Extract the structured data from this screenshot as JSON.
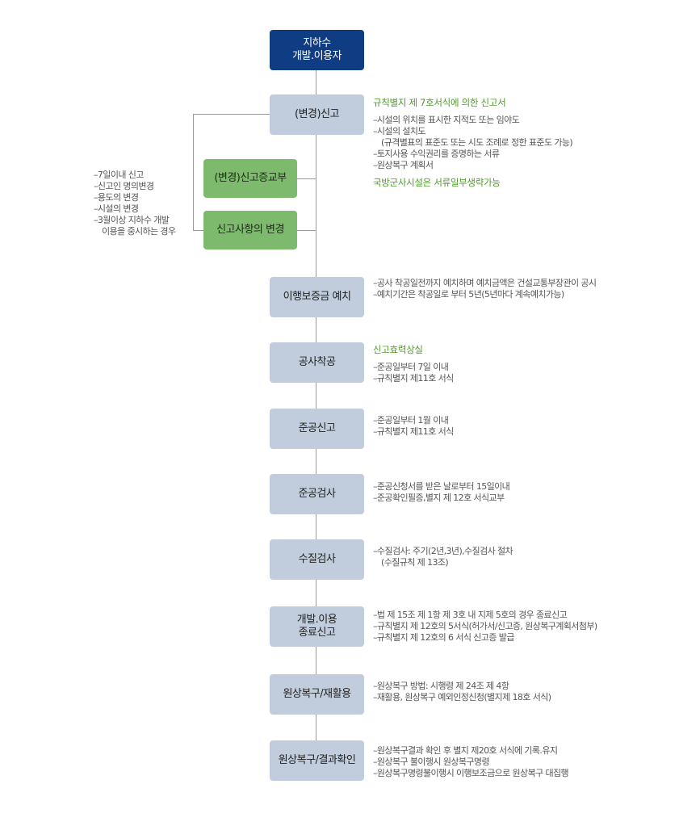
{
  "flow": {
    "top_box": [
      "지하수",
      "개발.이용자"
    ],
    "steps": [
      {
        "label": [
          "(변경)신고"
        ]
      },
      {
        "label": [
          "이행보증금 예치"
        ]
      },
      {
        "label": [
          "공사착공"
        ]
      },
      {
        "label": [
          "준공신고"
        ]
      },
      {
        "label": [
          "준공검사"
        ]
      },
      {
        "label": [
          "수질검사"
        ]
      },
      {
        "label": [
          "개발.이용",
          "종료신고"
        ]
      },
      {
        "label": [
          "원상복구/재활용"
        ]
      },
      {
        "label": [
          "원상복구/결과확인"
        ]
      }
    ],
    "side_boxes": [
      {
        "label": "(변경)신고증교부"
      },
      {
        "label": "신고사항의 변경"
      }
    ]
  },
  "left_note": [
    "–7일이내 신고",
    "–신고인 명의변경",
    "–용도의 변경",
    "–시설의 변경",
    "–3월이상 지하수 개발",
    "이용을 중시하는 경우"
  ],
  "right_notes": [
    {
      "head": "규칙별지 제 7호서식에 의한 신고서",
      "items": [
        "–시설의 위치를 표시한 지적도 또는 임야도",
        "–시설의 설치도",
        "(규격별표의 표준도 또는 시도 조례로 정한 표준도 가능)",
        "–토지사용 수익권리를 증명하는 서류",
        "–원상복구 계획서"
      ]
    },
    {
      "items": [
        "–공사 착공일전까지 예치하며 예치금액은 건설교통부장관이 공시",
        "–예치기간은 착공일로 부터 5년(5년마다 계속예치가능)"
      ]
    },
    {
      "head": "신고효력상실",
      "items": [
        "–준공일부터 7일 이내",
        "–규칙별지 제11호 서식"
      ]
    },
    {
      "items": [
        "–준공일부터 1월 이내",
        "–규칙별지 제11호 서식"
      ]
    },
    {
      "items": [
        "–준공신청서를 받은 날로부터 15일이내",
        "–준공확인필증,별지 제 12호 서식교부"
      ]
    },
    {
      "items": [
        "–수질검사: 주기(2년,3년),수질검사 절차",
        "(수질규칙 제 13조)"
      ]
    },
    {
      "items": [
        "–법 제 15조 제 1항 제 3호 내 지제 5호의 경우 종료신고",
        "–규칙별지 제 12호의 5서식(허가서/신고증, 원상복구계획서첨부)",
        "–규칙별지 제 12호의 6 서식 신고증 발급"
      ]
    },
    {
      "items": [
        "–원상복구 방법: 시행령 제 24조 제 4항",
        "–재활용, 원상복구 예외인정신청(별지제 18호 서식)"
      ]
    },
    {
      "items": [
        "–원상복구결과 확인 후 별지 제20호 서식에 기록.유지",
        "–원상복구 불이행시 원상복구명령",
        "–원상복구명령불이행시 이행보조금으로 원상복구 대집행"
      ]
    }
  ],
  "military_note": "국방군사시설은 서류일부생략가능"
}
